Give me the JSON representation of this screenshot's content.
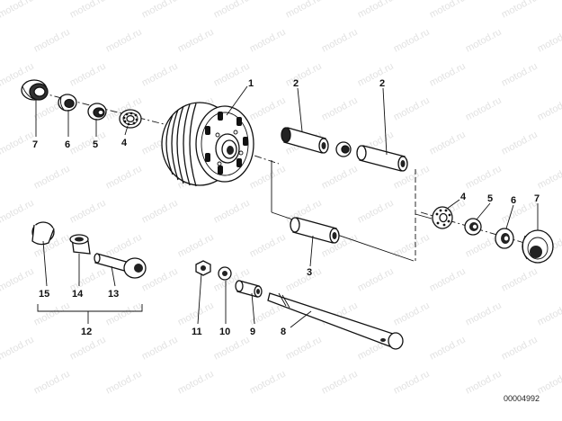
{
  "watermark": "motod.ru",
  "reference_number": "00004992",
  "callouts": {
    "c1": "1",
    "c2a": "2",
    "c2b": "2",
    "c3": "3",
    "c4l": "4",
    "c5l": "5",
    "c6l": "6",
    "c7l": "7",
    "c4r": "4",
    "c5r": "5",
    "c6r": "6",
    "c7r": "7",
    "c8": "8",
    "c9": "9",
    "c10": "10",
    "c11": "11",
    "c12": "12",
    "c13": "13",
    "c14": "14",
    "c15": "15"
  }
}
